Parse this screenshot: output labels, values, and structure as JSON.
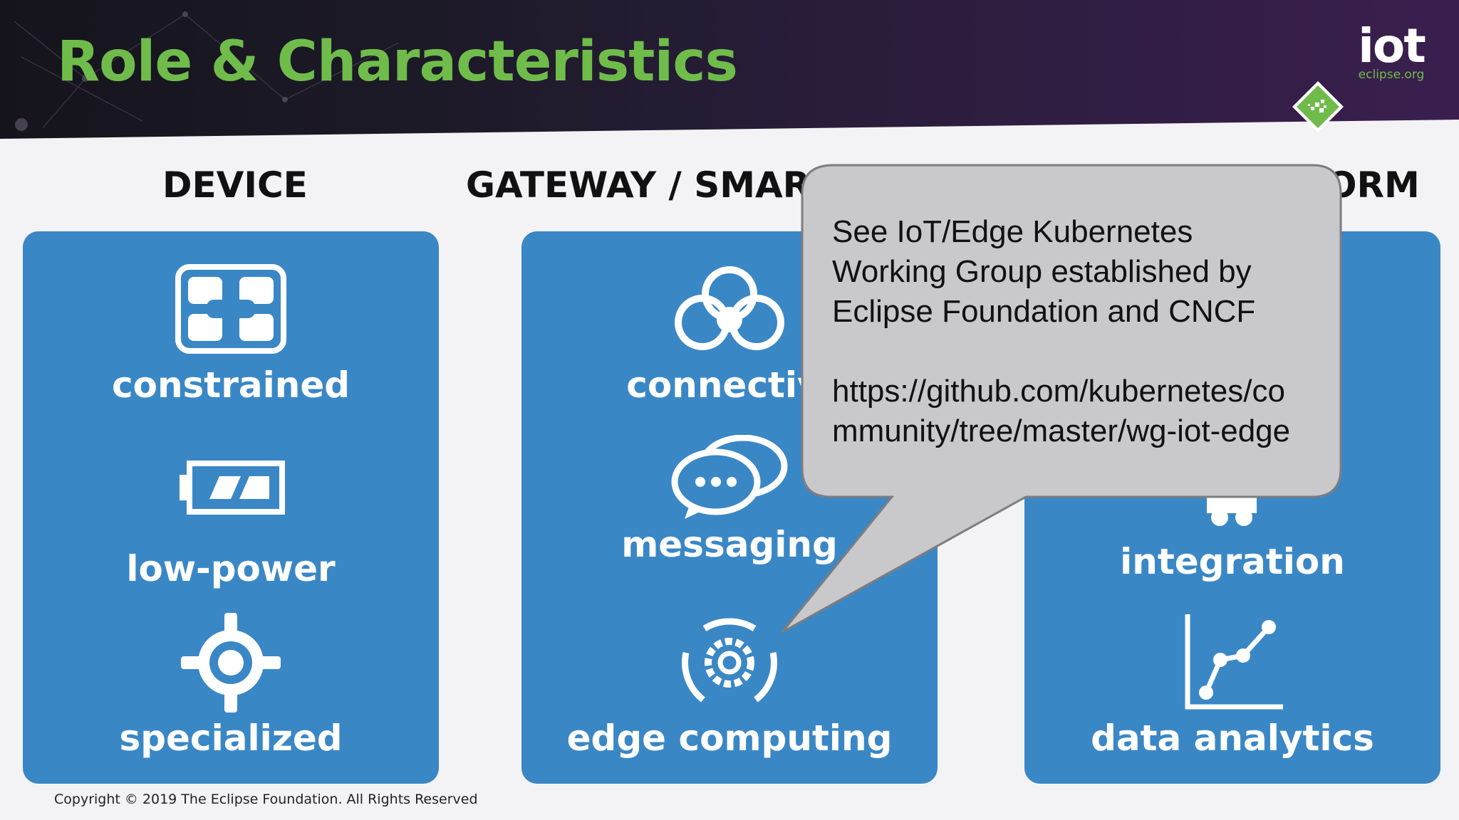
{
  "slide": {
    "title": "Role & Characteristics",
    "logo": {
      "word": "iot",
      "sub": "eclipse.org"
    },
    "copyright": "Copyright © 2019 The Eclipse Foundation. All Rights Reserved"
  },
  "columns": [
    {
      "heading": "DEVICE",
      "items": [
        {
          "label": "constrained",
          "icon": "sim-card-icon"
        },
        {
          "label": "low-power",
          "icon": "battery-icon"
        },
        {
          "label": "specialized",
          "icon": "crosshair-icon"
        }
      ]
    },
    {
      "heading": "GATEWAY / SMAR",
      "items": [
        {
          "label": "connectivi",
          "icon": "cloud-icon"
        },
        {
          "label": "messaging",
          "icon": "chat-bubbles-icon"
        },
        {
          "label": "edge computing",
          "icon": "gear-cycle-icon"
        }
      ]
    },
    {
      "heading": "ORM",
      "items": [
        {
          "label": "integration",
          "icon": "puzzle-icon"
        },
        {
          "label": "data analytics",
          "icon": "line-chart-icon"
        }
      ]
    }
  ],
  "callout": {
    "line1": "See IoT/Edge Kubernetes",
    "line2": "Working Group established by",
    "line3": "Eclipse Foundation and CNCF",
    "link1": "https://github.com/kubernetes/co",
    "link2": "mmunity/tree/master/wg-iot-edge"
  },
  "colors": {
    "accent": "#6fbc4b",
    "panel": "#3a87c6",
    "callout_fill": "#c9c9cc"
  }
}
